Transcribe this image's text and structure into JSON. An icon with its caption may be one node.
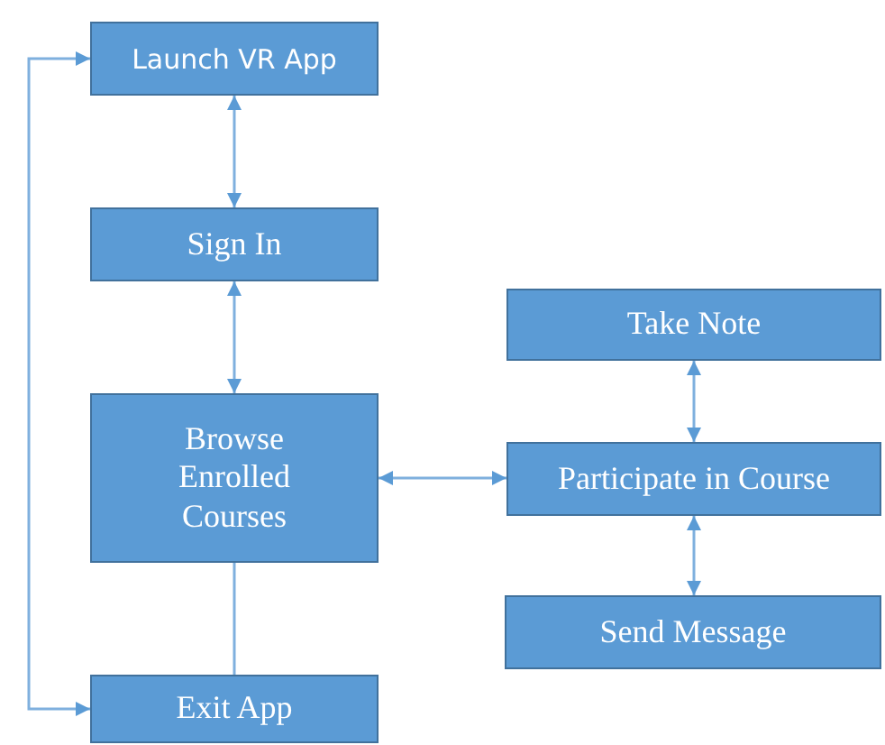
{
  "diagram": {
    "nodes": [
      {
        "text": [
          "Launch VR App"
        ]
      },
      {
        "text": [
          "Sign In"
        ]
      },
      {
        "text": [
          "Browse Enrolled Courses"
        ]
      },
      {
        "text": [
          "Exit App"
        ]
      },
      {
        "text": [
          "Take Note"
        ]
      },
      {
        "text": [
          "Participate in Course"
        ]
      },
      {
        "text": [
          "Send Message"
        ]
      }
    ],
    "edges": [
      {
        "from": 0,
        "to": 1,
        "arrow": "both"
      },
      {
        "from": 1,
        "to": 2,
        "arrow": "both"
      },
      {
        "from": 2,
        "to": 5,
        "arrow": "both"
      },
      {
        "from": 4,
        "to": 5,
        "arrow": "both"
      },
      {
        "from": 5,
        "to": 6,
        "arrow": "both"
      },
      {
        "from": 2,
        "to": 3,
        "arrow": "none"
      },
      {
        "from": 3,
        "to": 0,
        "arrow": "both"
      }
    ]
  }
}
